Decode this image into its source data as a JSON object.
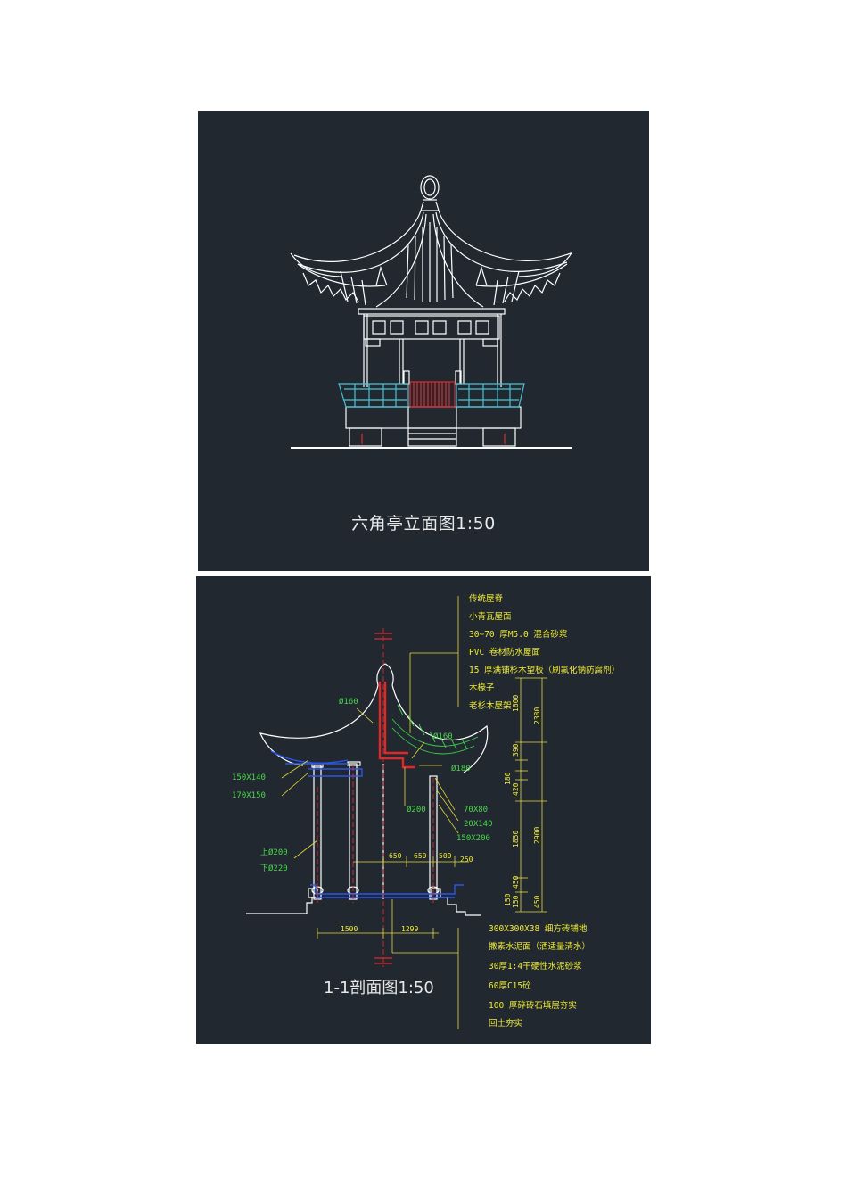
{
  "elevation": {
    "caption": "六角亭立面图1:50"
  },
  "section": {
    "caption": "1-1剖面图1:50",
    "roof_notes": [
      "传统屋脊",
      "小青瓦屋面",
      "30~70 厚M5.0 混合砂浆",
      "PVC 卷材防水屋面",
      "15 厚满铺杉木望板（刷氟化钠防腐剂）",
      "木椽子",
      "老杉木屋架"
    ],
    "floor_notes": [
      "300X300X38  细方砖铺地",
      "撒素水泥面（洒适量清水）",
      "30厚1:4干硬性水泥砂浆",
      "60厚C15砼",
      "100 厚碎砖石填层夯实",
      "回土夯实"
    ],
    "member_labels": {
      "d160_top": "Ø160",
      "d160_right": "Ø160",
      "d180": "Ø180",
      "s150x140": "150X140",
      "s170x150": "170X150",
      "d200": "Ø200",
      "s70x80": "70X80",
      "s20x140": "20X140",
      "s150x200": "150X200",
      "upper": "上Ø200",
      "lower": "下Ø220"
    },
    "dims_right": {
      "d1600": "1600",
      "d2380": "2380",
      "d390": "390",
      "d180": "180",
      "d420": "420",
      "d1850": "1850",
      "d2900": "2900",
      "d450a": "450",
      "d150": "150",
      "d150b": "150",
      "d450b": "450"
    },
    "dims_bottom": {
      "d650a": "650",
      "d650b": "650",
      "d500": "500",
      "d250": "250",
      "d1500": "1500",
      "d1299": "1299"
    }
  }
}
